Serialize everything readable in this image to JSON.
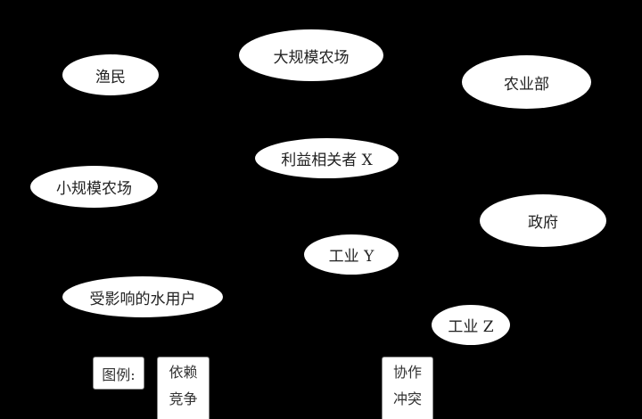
{
  "diagram": {
    "type": "stakeholder-map",
    "background": "#000000",
    "node_fill": "#ffffff",
    "nodes": [
      {
        "id": "fishermen",
        "label": "渔民"
      },
      {
        "id": "large-farms",
        "label": "大规模农场"
      },
      {
        "id": "ministry-agriculture",
        "label": "农业部"
      },
      {
        "id": "stakeholder-x",
        "label": "利益相关者 X"
      },
      {
        "id": "small-farms",
        "label": "小规模农场"
      },
      {
        "id": "government",
        "label": "政府"
      },
      {
        "id": "industry-y",
        "label": "工业 Y"
      },
      {
        "id": "affected-water-users",
        "label": "受影响的水用户"
      },
      {
        "id": "industry-z",
        "label": "工业 Z"
      }
    ],
    "legend": {
      "title": "图例:",
      "groups": [
        {
          "items": [
            "依赖",
            "竞争"
          ]
        },
        {
          "items": [
            "协作",
            "冲突"
          ]
        }
      ]
    }
  }
}
